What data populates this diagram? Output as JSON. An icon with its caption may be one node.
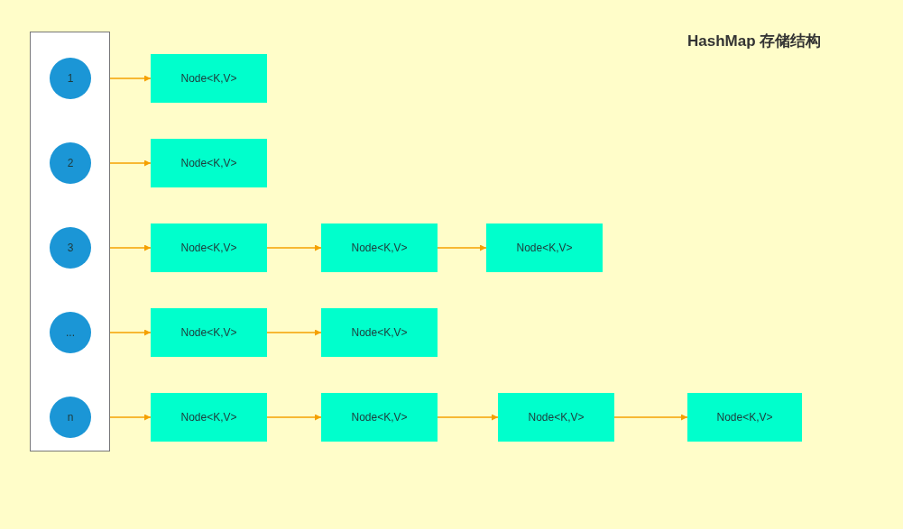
{
  "diagram": {
    "title": "HashMap 存储结构",
    "nodes": [
      {
        "text": [],
        "shape": "box"
      },
      {
        "text": [
          "1"
        ],
        "in": 0
      },
      {
        "text": [
          "2"
        ],
        "in": 0
      },
      {
        "text": [
          "3"
        ],
        "in": 0
      },
      {
        "text": [
          "..."
        ],
        "in": 0
      },
      {
        "text": [
          "n"
        ],
        "in": 0
      },
      {
        "text": [
          "Node<K,V>"
        ]
      },
      {
        "text": [
          "Node<K,V>"
        ]
      },
      {
        "text": [
          "Node<K,V>"
        ]
      },
      {
        "text": [
          "Node<K,V>"
        ]
      },
      {
        "text": [
          "Node<K,V>"
        ]
      },
      {
        "text": [
          "Node<K,V>"
        ]
      },
      {
        "text": [
          "Node<K,V>"
        ]
      },
      {
        "text": [
          "Node<K,V>"
        ]
      },
      {
        "text": [
          "Node<K,V>"
        ]
      },
      {
        "text": [
          "Node<K,V>"
        ]
      },
      {
        "text": [
          "Node<K,V>"
        ]
      }
    ],
    "edges": [
      {
        "from": 1,
        "to": 6,
        "arrow": "to"
      },
      {
        "from": 2,
        "to": 7,
        "arrow": "to"
      },
      {
        "from": 3,
        "to": 8,
        "arrow": "to"
      },
      {
        "from": 8,
        "to": 9,
        "arrow": "to"
      },
      {
        "from": 9,
        "to": 10,
        "arrow": "to"
      },
      {
        "from": 4,
        "to": 11,
        "arrow": "to"
      },
      {
        "from": 11,
        "to": 12,
        "arrow": "to"
      },
      {
        "from": 5,
        "to": 13,
        "arrow": "to"
      },
      {
        "from": 13,
        "to": 14,
        "arrow": "to"
      },
      {
        "from": 14,
        "to": 15,
        "arrow": "to"
      },
      {
        "from": 15,
        "to": 16,
        "arrow": "to"
      }
    ]
  }
}
